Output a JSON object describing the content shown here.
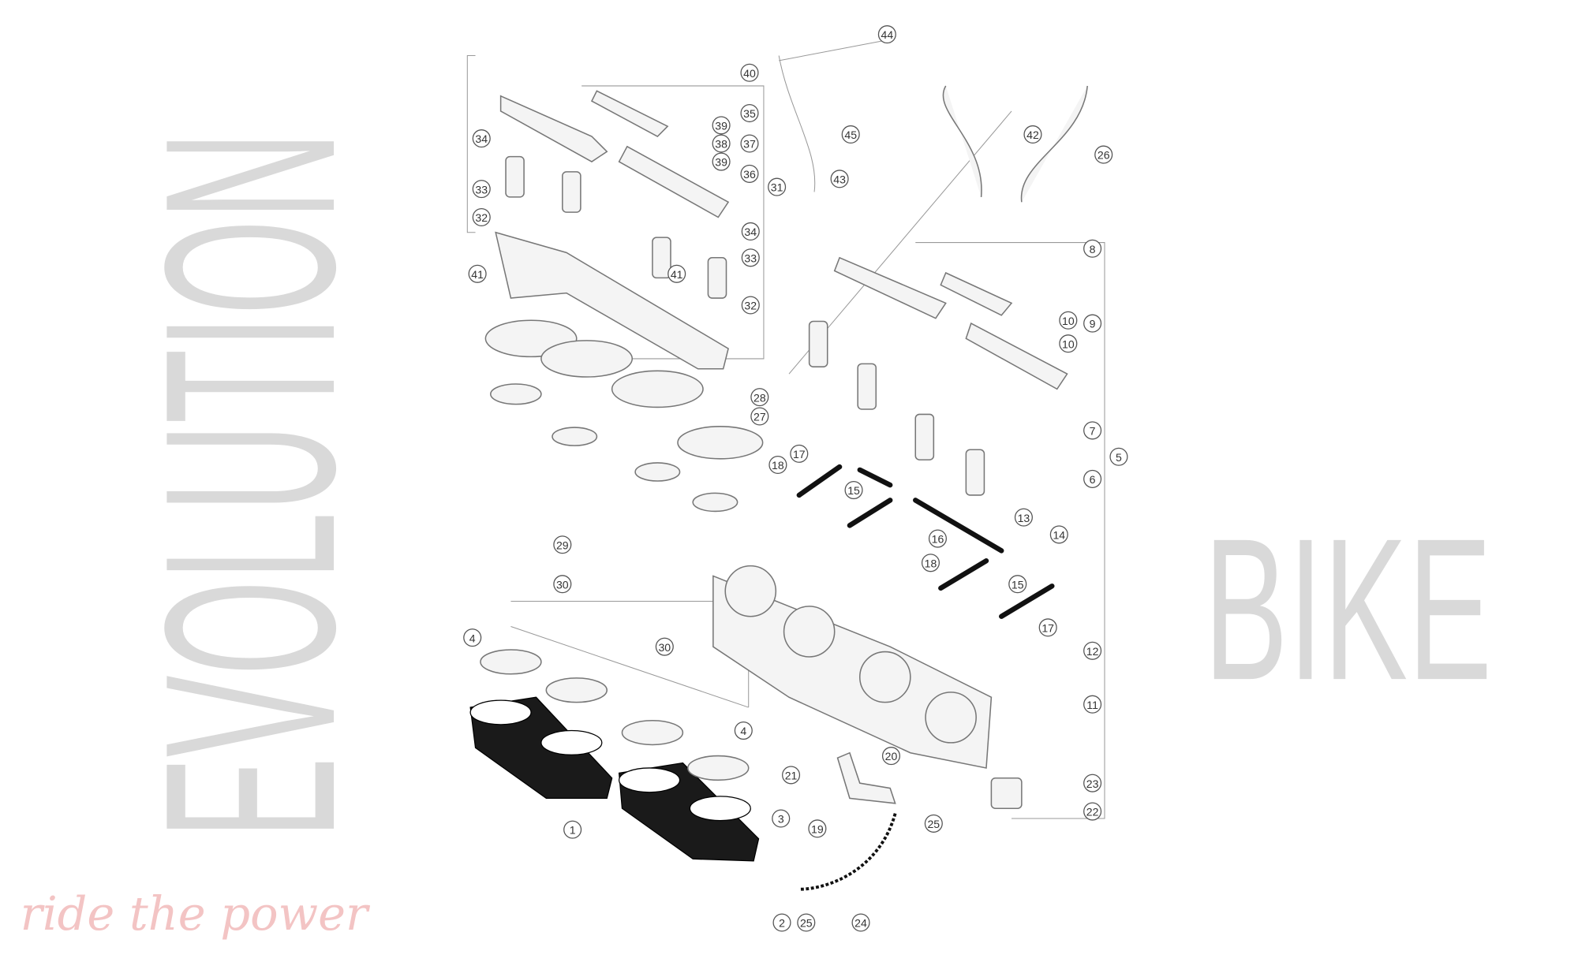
{
  "diagram": {
    "watermark": {
      "brand_top": "EVOLUTION",
      "brand_bottom": "BIKE",
      "tagline": "ride the power"
    },
    "callouts": [
      "44",
      "40",
      "35",
      "39",
      "38",
      "37",
      "39",
      "36",
      "31",
      "34",
      "33",
      "32",
      "34",
      "33",
      "41",
      "41",
      "32",
      "45",
      "43",
      "42",
      "26",
      "8",
      "9",
      "10",
      "10",
      "7",
      "6",
      "5",
      "28",
      "27",
      "29",
      "30",
      "17",
      "18",
      "15",
      "13",
      "16",
      "14",
      "18",
      "15",
      "17",
      "12",
      "11",
      "30",
      "4",
      "4",
      "20",
      "21",
      "23",
      "22",
      "3",
      "19",
      "25",
      "1",
      "2",
      "25",
      "24"
    ]
  }
}
